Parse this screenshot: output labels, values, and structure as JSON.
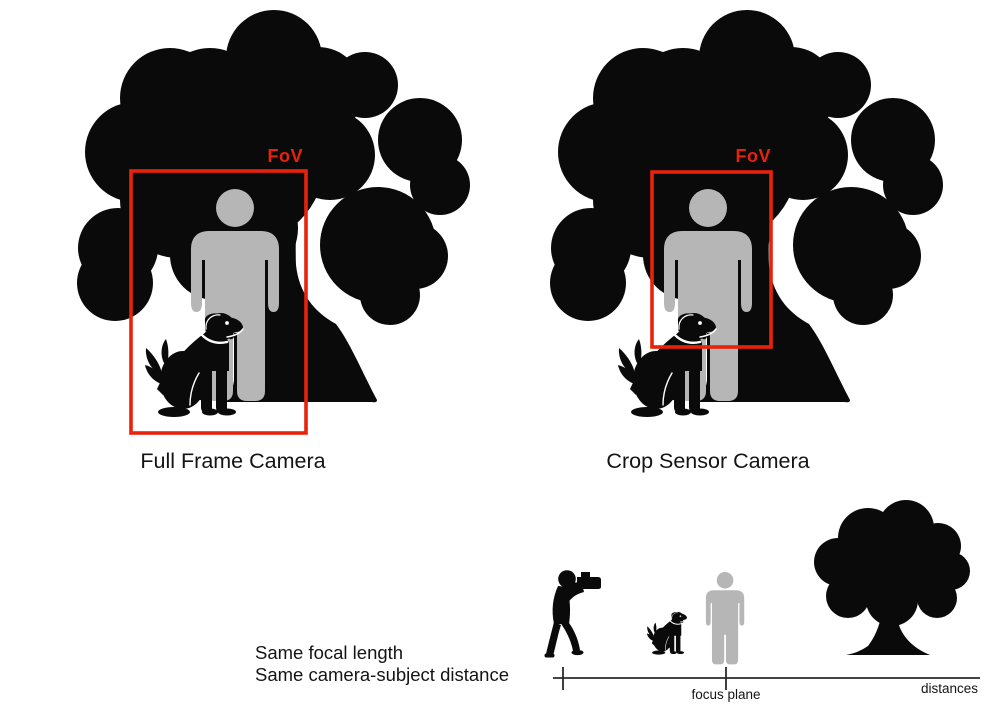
{
  "panels": [
    {
      "id": "full-frame",
      "fov_label": "FoV",
      "caption": "Full Frame Camera"
    },
    {
      "id": "crop-sensor",
      "fov_label": "FoV",
      "caption": "Crop Sensor Camera"
    }
  ],
  "notes": {
    "line1": "Same focal length",
    "line2": "Same camera-subject distance"
  },
  "axis": {
    "focus_plane_label": "focus plane",
    "distances_label": "distances"
  },
  "colors": {
    "fov_red": "#e8220b",
    "figure_gray": "#b6b6b6",
    "silhouette_black": "#0a0a0a",
    "axis_gray": "#2a2a2a"
  },
  "icons": [
    "tree-icon",
    "person-icon",
    "dog-icon",
    "photographer-icon",
    "small-tree-icon"
  ]
}
